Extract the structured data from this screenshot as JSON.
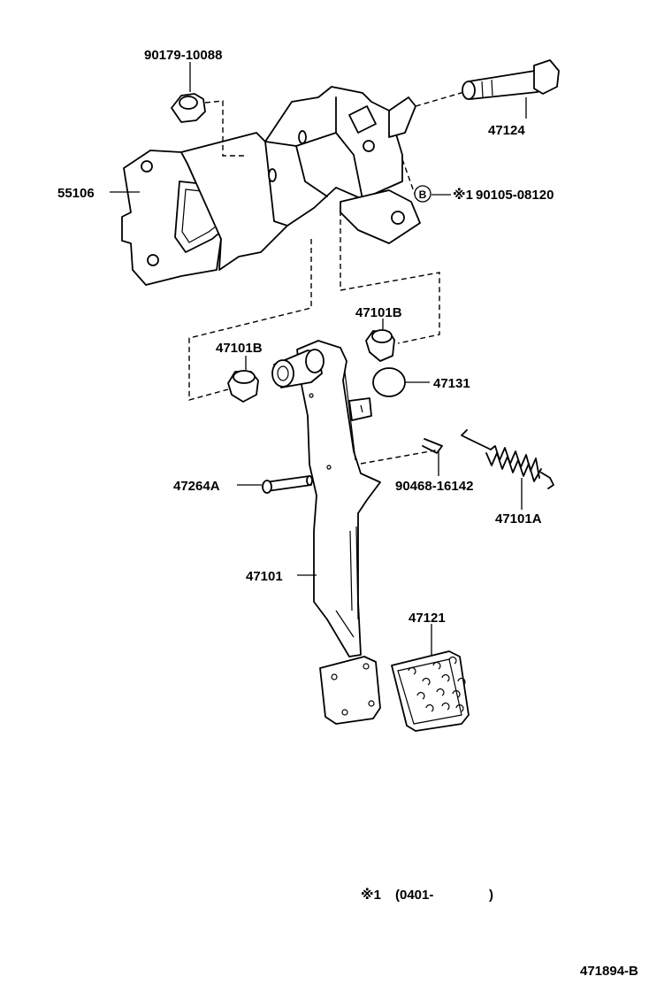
{
  "labels": {
    "bolt_90179": "90179-10088",
    "bracket_55106": "55106",
    "bolt_47124": "47124",
    "bolt_90105": "90105-08120",
    "mark_b": "B",
    "mark_star1": "※1",
    "bush_47101b_right": "47101B",
    "bush_47101b_left": "47101B",
    "collar_47131": "47131",
    "pin_47264a": "47264A",
    "clip_90468": "90468-16142",
    "spring_47101a": "47101A",
    "pedal_47101": "47101",
    "pad_47121": "47121"
  },
  "footnote": {
    "mark": "※1",
    "range_open": "(0401-",
    "range_close": ")"
  },
  "diagram_id": "471894-B"
}
